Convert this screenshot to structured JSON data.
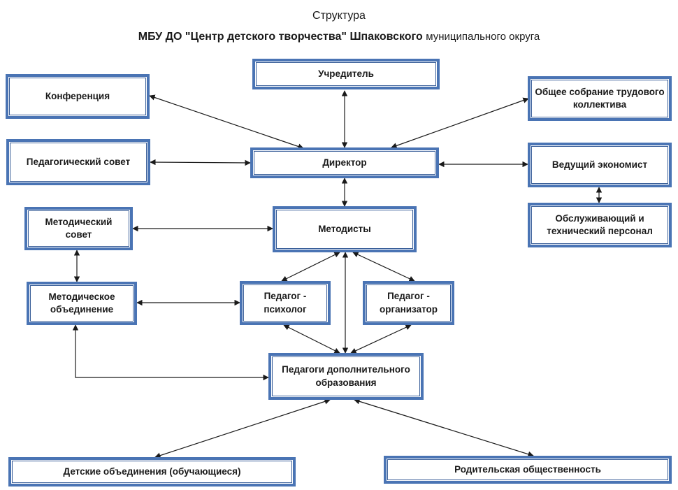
{
  "title": {
    "line1": "Структура",
    "line2_bold": "МБУ ДО \"Центр детского творчества\" Шпаковского",
    "line2_normal": "муниципального округа"
  },
  "nodes": {
    "founder": "Учредитель",
    "conference": "Конференция",
    "general_meeting": "Общее собрание трудового коллектива",
    "ped_council": "Педагогический совет",
    "director": "Директор",
    "economist": "Ведущий экономист",
    "service_staff": "Обслуживающий и технический персонал",
    "method_council": "Методический совет",
    "methodists": "Методисты",
    "method_association": "Методическое объединение",
    "psychologist": "Педагог - психолог",
    "organizer": "Педагог - организатор",
    "teachers": "Педагоги дополнительного образования",
    "children": "Детские объединения (обучающиеся)",
    "parents": "Родительская общественность"
  },
  "colors": {
    "box_border": "#4a74b4",
    "arrow": "#1a1a1a"
  }
}
